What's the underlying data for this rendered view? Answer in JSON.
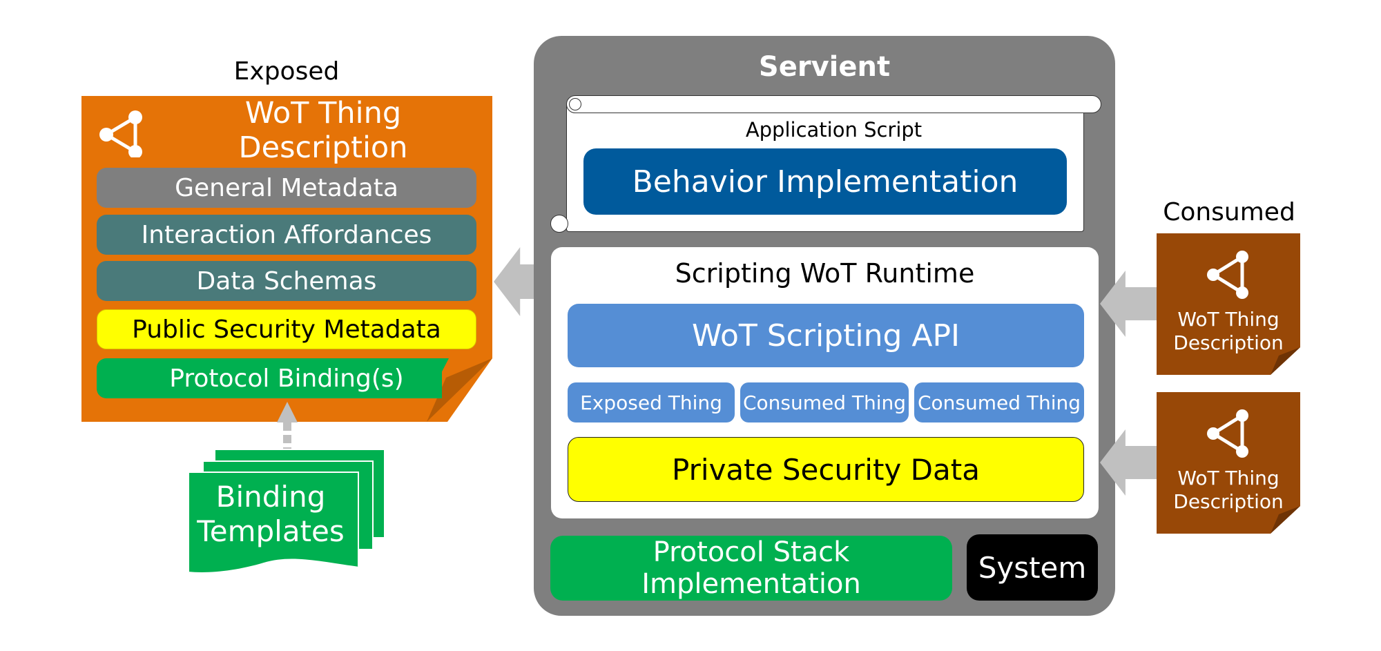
{
  "exposed": {
    "title": "Exposed",
    "td_title": "WoT Thing Description",
    "rows": [
      "General Metadata",
      "Interaction Affordances",
      "Data Schemas",
      "Public Security Metadata",
      "Protocol Binding(s)"
    ]
  },
  "binding_templates": {
    "line1": "Binding",
    "line2": "Templates"
  },
  "servient": {
    "title": "Servient",
    "app_script": "Application Script",
    "behavior": "Behavior Implementation",
    "runtime_title": "Scripting WoT Runtime",
    "api": "WoT Scripting API",
    "things": [
      "Exposed Thing",
      "Consumed Thing",
      "Consumed Thing"
    ],
    "private_security": "Private Security Data",
    "protocol_stack": "Protocol Stack Implementation",
    "system": "System"
  },
  "consumed": {
    "title": "Consumed",
    "tds": [
      {
        "line1": "WoT Thing",
        "line2": "Description"
      },
      {
        "line1": "WoT Thing",
        "line2": "Description"
      }
    ]
  },
  "colors": {
    "exposed_td": "#e57307",
    "consumed_td": "#984807",
    "servient": "#7f7f7f",
    "behavior": "#005a9c",
    "scripting_api": "#558ed5",
    "security": "#ffff00",
    "protocol": "#00b050",
    "teal_rows": "#4a7a7a"
  },
  "icons": {
    "td_icon": "share-node-icon"
  }
}
